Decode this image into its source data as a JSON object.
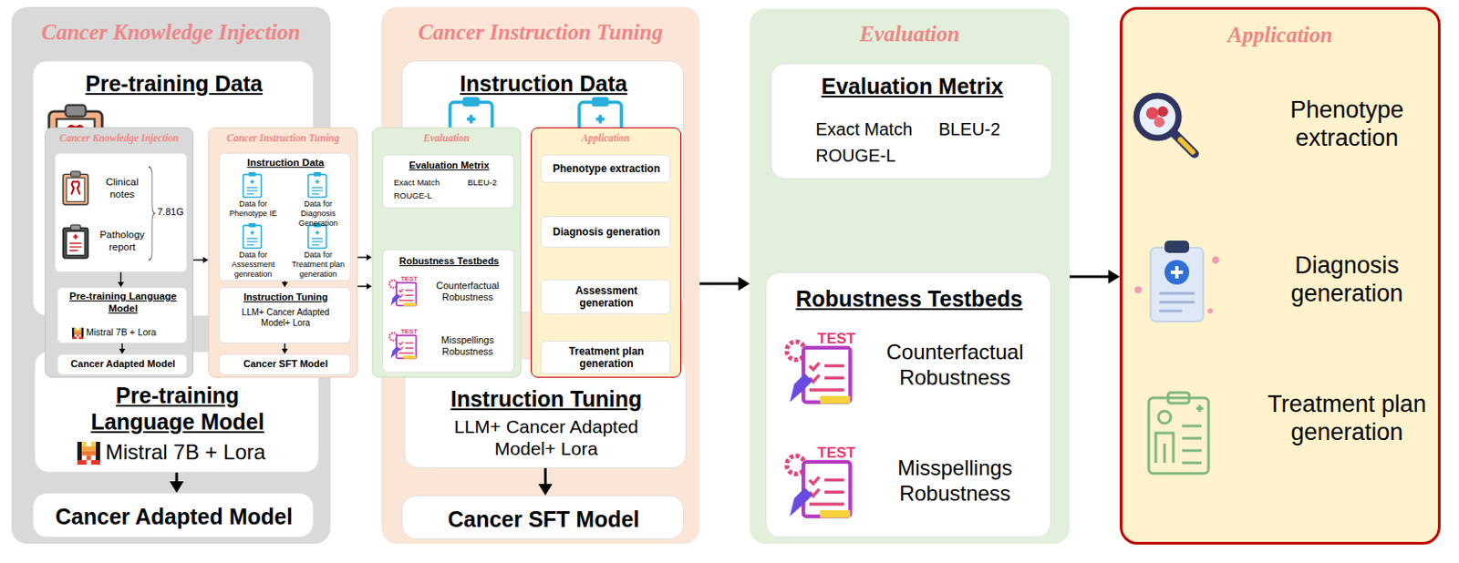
{
  "diagram": {
    "nodes": [
      {
        "text": [
          "Cancer Knowledge Injection"
        ]
      },
      {
        "text": [
          "Pre-training Data"
        ],
        "in": 0
      },
      {
        "text": [
          "Pre-training Language Model",
          "Mistral 7B + Lora"
        ],
        "in": 0
      },
      {
        "text": [
          "Cancer Adapted Model"
        ],
        "in": 0
      },
      {
        "text": [
          "Cancer Instruction Tuning"
        ]
      },
      {
        "text": [
          "Instruction Data"
        ],
        "in": 4
      },
      {
        "text": [
          "Instruction Tuning",
          "LLM+ Cancer Adapted Model+ Lora"
        ],
        "in": 4
      },
      {
        "text": [
          "Cancer SFT Model"
        ],
        "in": 4
      },
      {
        "text": [
          "Evaluation"
        ]
      },
      {
        "text": [
          "Evaluation Metrix",
          "Exact Match",
          "BLEU-2",
          "ROUGE-L"
        ],
        "in": 8
      },
      {
        "text": [
          "Robustness Testbeds",
          "Counterfactual Robustness",
          "Misspellings Robustness"
        ],
        "in": 8
      },
      {
        "text": [
          "Application",
          "Phenotype extraction",
          "Diagnosis generation",
          "Treatment plan generation"
        ]
      },
      {
        "text": [
          "Cancer Knowledge Injection"
        ]
      },
      {
        "text": [
          "Clinical notes",
          "Pathology report",
          "7.81G"
        ],
        "in": 12
      },
      {
        "text": [
          "Pre-training Language Model",
          "Mistral 7B + Lora"
        ],
        "in": 12
      },
      {
        "text": [
          "Cancer Adapted Model"
        ],
        "in": 12
      },
      {
        "text": [
          "Cancer Instruction Tuning"
        ]
      },
      {
        "text": [
          "Instruction Data",
          "Data for Phenotype IE",
          "Data for Diagnosis Generation",
          "Data for Assessment genreation",
          "Data for Treatment plan generation"
        ],
        "in": 16
      },
      {
        "text": [
          "Instruction Tuning",
          "LLM+ Cancer Adapted Model+ Lora"
        ],
        "in": 16
      },
      {
        "text": [
          "Cancer SFT Model"
        ],
        "in": 16
      },
      {
        "text": [
          "Evaluation"
        ]
      },
      {
        "text": [
          "Evaluation Metrix",
          "Exact Match",
          "BLEU-2",
          "ROUGE-L"
        ],
        "in": 20
      },
      {
        "text": [
          "Robustness Testbeds",
          "Counterfactual Robustness",
          "Misspellings Robustness"
        ],
        "in": 20
      },
      {
        "text": [
          "Application"
        ]
      },
      {
        "text": [
          "Phenotype extraction"
        ],
        "in": 23
      },
      {
        "text": [
          "Diagnosis generation"
        ],
        "in": 23
      },
      {
        "text": [
          "Assessment generation"
        ],
        "in": 23
      },
      {
        "text": [
          "Treatment plan generation"
        ],
        "in": 23
      }
    ],
    "edges": [
      {
        "from": 2,
        "to": 3,
        "arrow": "to"
      },
      {
        "from": 6,
        "to": 7,
        "arrow": "to"
      },
      {
        "from": 4,
        "to": 8,
        "arrow": "to"
      },
      {
        "from": 8,
        "to": 11,
        "arrow": "to"
      },
      {
        "from": 13,
        "to": 14,
        "arrow": "to"
      },
      {
        "from": 14,
        "to": 15,
        "arrow": "to"
      },
      {
        "from": 17,
        "to": 18,
        "arrow": "to"
      },
      {
        "from": 18,
        "to": 19,
        "arrow": "to"
      },
      {
        "from": 12,
        "to": 16,
        "arrow": "to"
      },
      {
        "from": 16,
        "to": 20,
        "arrow": "to"
      },
      {
        "from": 16,
        "to": 20,
        "arrow": "to"
      }
    ],
    "labels": [
      "TEST",
      "TEST",
      "TEST",
      "TEST"
    ]
  }
}
